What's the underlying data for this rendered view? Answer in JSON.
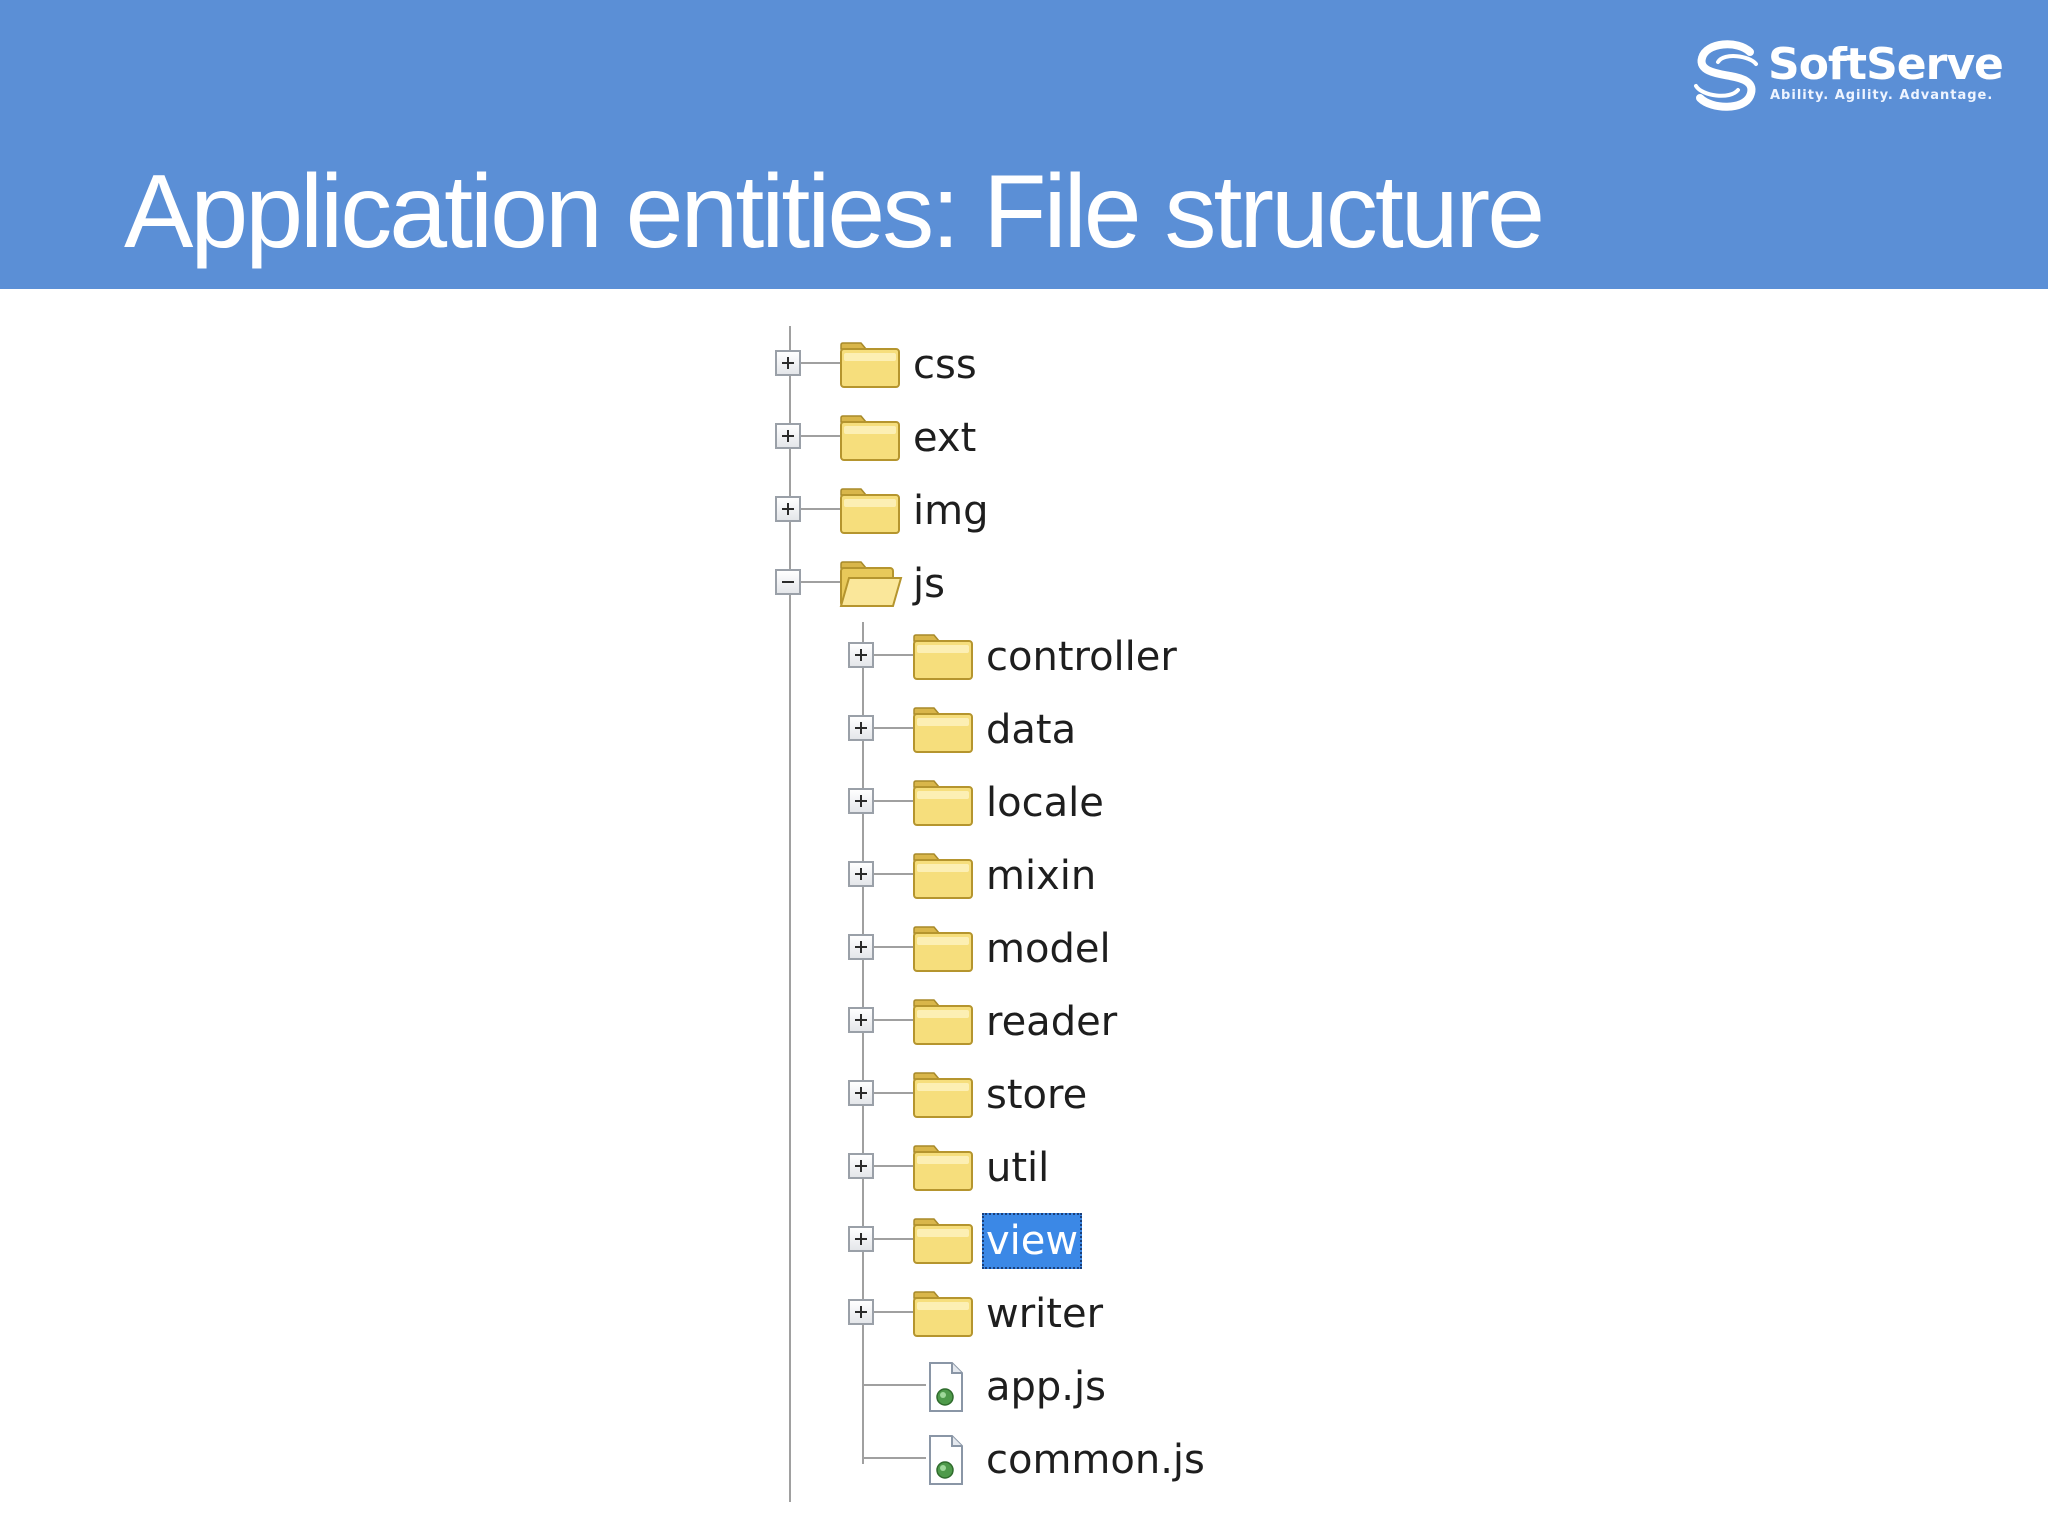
{
  "slide": {
    "title": "Application entities: File structure",
    "header_color": "#5b8fd6"
  },
  "logo": {
    "name": "SoftServe",
    "tagline": "Ability. Agility. Advantage."
  },
  "tree": {
    "selected_color": "#3b88e6",
    "root_items": [
      {
        "label": "css",
        "type": "folder",
        "state": "collapsed"
      },
      {
        "label": "ext",
        "type": "folder",
        "state": "collapsed"
      },
      {
        "label": "img",
        "type": "folder",
        "state": "collapsed"
      },
      {
        "label": "js",
        "type": "folder",
        "state": "expanded"
      }
    ],
    "js_children": [
      {
        "label": "controller",
        "type": "folder",
        "state": "collapsed"
      },
      {
        "label": "data",
        "type": "folder",
        "state": "collapsed"
      },
      {
        "label": "locale",
        "type": "folder",
        "state": "collapsed"
      },
      {
        "label": "mixin",
        "type": "folder",
        "state": "collapsed"
      },
      {
        "label": "model",
        "type": "folder",
        "state": "collapsed"
      },
      {
        "label": "reader",
        "type": "folder",
        "state": "collapsed"
      },
      {
        "label": "store",
        "type": "folder",
        "state": "collapsed"
      },
      {
        "label": "util",
        "type": "folder",
        "state": "collapsed"
      },
      {
        "label": "view",
        "type": "folder",
        "state": "collapsed",
        "selected": true
      },
      {
        "label": "writer",
        "type": "folder",
        "state": "collapsed"
      },
      {
        "label": "app.js",
        "type": "file"
      },
      {
        "label": "common.js",
        "type": "file"
      }
    ]
  }
}
